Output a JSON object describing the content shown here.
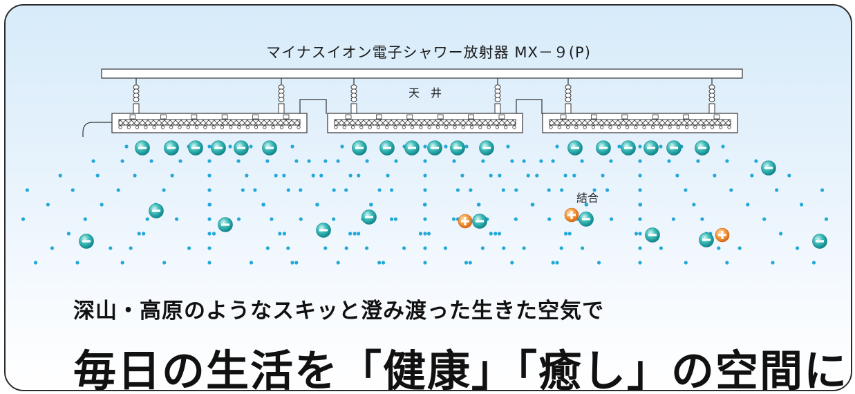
{
  "diagram": {
    "title": "マイナスイオン電子シャワー放射器 MX－９(P)",
    "ceiling_label": "天　井",
    "bond_label": "結合",
    "ion_colors": {
      "negative": "#1aa7a7",
      "positive": "#f08a24",
      "droplet": "#23a8d8"
    },
    "icons": {
      "negative_ion": "minus-ion-icon",
      "positive_ion": "plus-ion-icon"
    }
  },
  "headline": {
    "line1": "深山・高原のようなスキッと澄み渡った生きた空気で",
    "line2": "毎日の生活を「健康」「癒し」の空間に"
  }
}
